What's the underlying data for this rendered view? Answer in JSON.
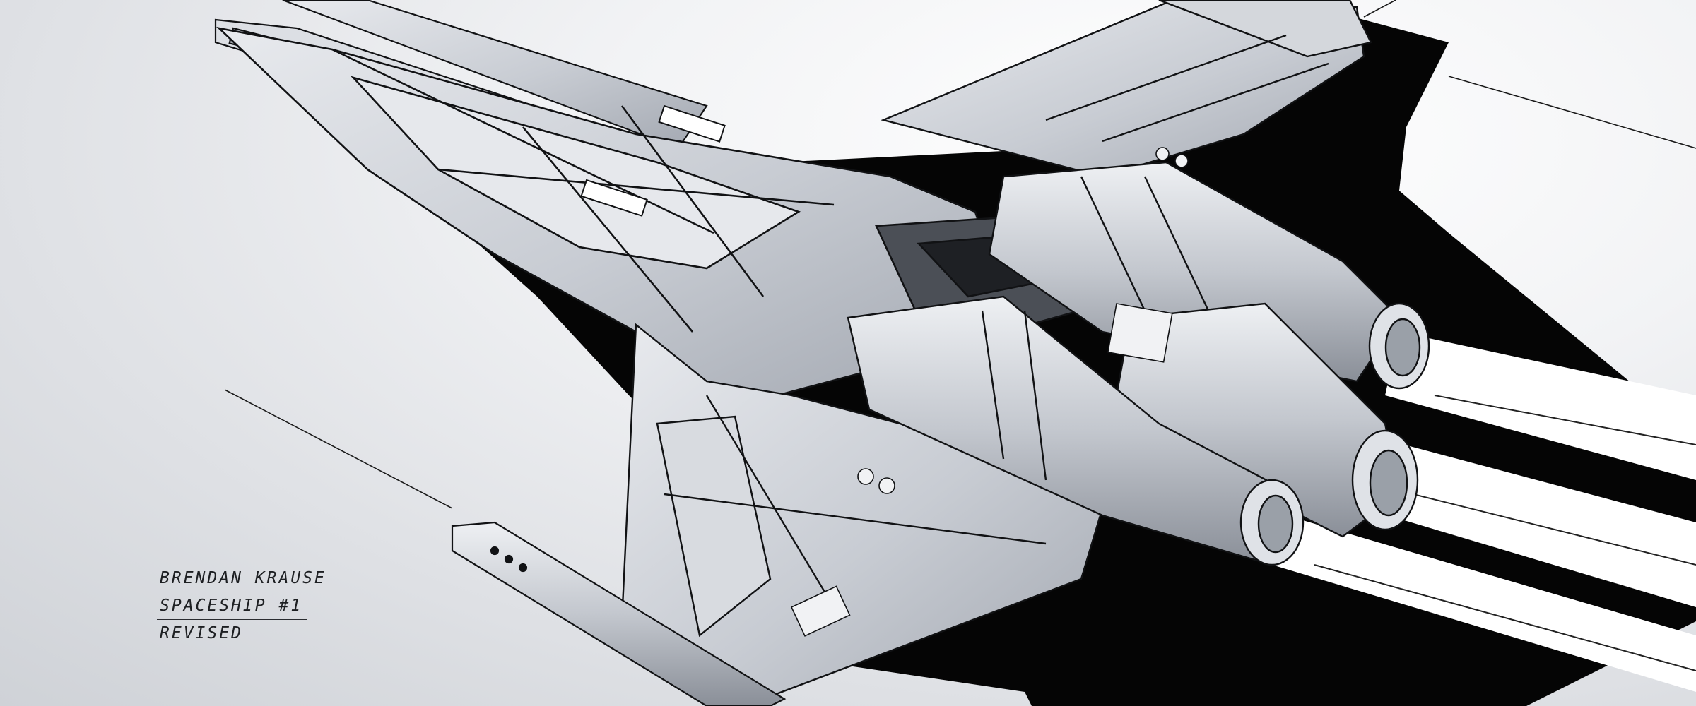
{
  "artwork": {
    "subject": "spaceship concept sketch",
    "palette": {
      "paper": "#eceef1",
      "hull": "#c9ccd3",
      "hull_light": "#e3e5ea",
      "hull_dark": "#8e939c",
      "ink": "#111214",
      "shadow": "#050505",
      "thrust": "#ffffff"
    }
  },
  "signature": {
    "line1": "BRENDAN KRAUSE",
    "line2": "SPACESHIP #1",
    "line3": "REVISED"
  }
}
